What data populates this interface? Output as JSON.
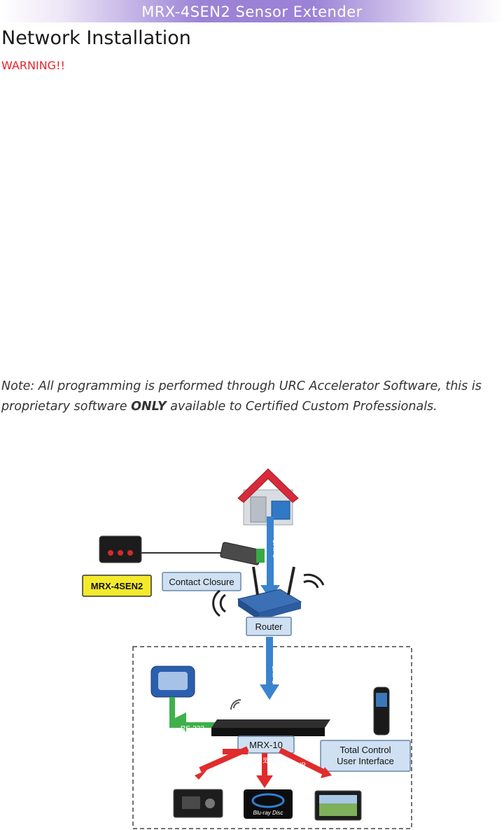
{
  "header": {
    "title": "MRX-4SEN2 Sensor Extender"
  },
  "section": {
    "title": "Network Installation"
  },
  "warning": {
    "text": "WARNING!!"
  },
  "note": {
    "lead": "Note: All programming is performed through URC Accelerator  Software, this is proprietary software ",
    "emphasis": "ONLY",
    "tail": " available to Certified  Custom Professionals."
  },
  "diagram": {
    "labels": {
      "sensor": "MRX-4SEN2",
      "contact": "Contact Closure",
      "router": "Router",
      "mrx": "MRX-10",
      "ui_line1": "Total Control",
      "ui_line2": "User Interface",
      "cat5_top": "CAT 5",
      "cat5_mid": "CAT 5",
      "rs232": "RS-232",
      "ir_left": "IR",
      "ir_mid": "IR",
      "ir_right": "IR",
      "bluray": "Blu-ray Disc"
    }
  }
}
